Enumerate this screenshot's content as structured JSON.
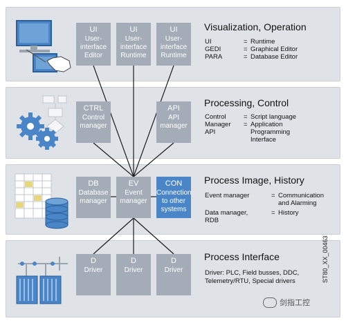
{
  "colors": {
    "band": "#dfe3e8",
    "box": "#a4adb7",
    "highlight": "#4a86c7"
  },
  "layers": [
    {
      "title": "Visualization, Operation",
      "icon": "monitor-touch-icon",
      "boxes": [
        {
          "abbr": "UI",
          "label": "User-\ninterface\nEditor"
        },
        {
          "abbr": "UI",
          "label": "User-\ninterface\nRuntime"
        },
        {
          "abbr": "UI",
          "label": "User-\ninterface\nRuntime"
        }
      ],
      "legend": [
        {
          "key": "UI",
          "value": "Runtime"
        },
        {
          "key": "GEDI",
          "value": "Graphical Editor"
        },
        {
          "key": "PARA",
          "value": "Database Editor"
        }
      ]
    },
    {
      "title": "Processing, Control",
      "icon": "gears-flowchart-icon",
      "boxes": [
        {
          "abbr": "CTRL",
          "label": "Control\nmanager"
        },
        {
          "abbr": "API",
          "label": "API\nmanager"
        }
      ],
      "legend": [
        {
          "key": "Control",
          "value": "Script language"
        },
        {
          "key": "Manager",
          "value": "Application"
        },
        {
          "key": "API",
          "value": "Programming\nInterface"
        }
      ]
    },
    {
      "title": "Process Image, History",
      "icon": "database-table-icon",
      "boxes": [
        {
          "abbr": "DB",
          "label": "Database\nmanager"
        },
        {
          "abbr": "EV",
          "label": "Event\nmanager"
        },
        {
          "abbr": "CON",
          "label": "Connection\nto other\nsystems",
          "highlight": true
        }
      ],
      "legend": [
        {
          "key": "Event manager",
          "value": "Communication\nand Alarming"
        },
        {
          "key": "Data manager,\nRDB",
          "value": "History"
        }
      ]
    },
    {
      "title": "Process Interface",
      "icon": "fieldbus-racks-icon",
      "boxes": [
        {
          "abbr": "D",
          "label": "Driver"
        },
        {
          "abbr": "D",
          "label": "Driver"
        },
        {
          "abbr": "D",
          "label": "Driver"
        }
      ],
      "description": "Driver: PLC, Field busses, DDC,\nTelemetry/RTU, Special drivers"
    }
  ],
  "vertical_code": "ST80_XX_00463",
  "watermark": "剑指工控"
}
